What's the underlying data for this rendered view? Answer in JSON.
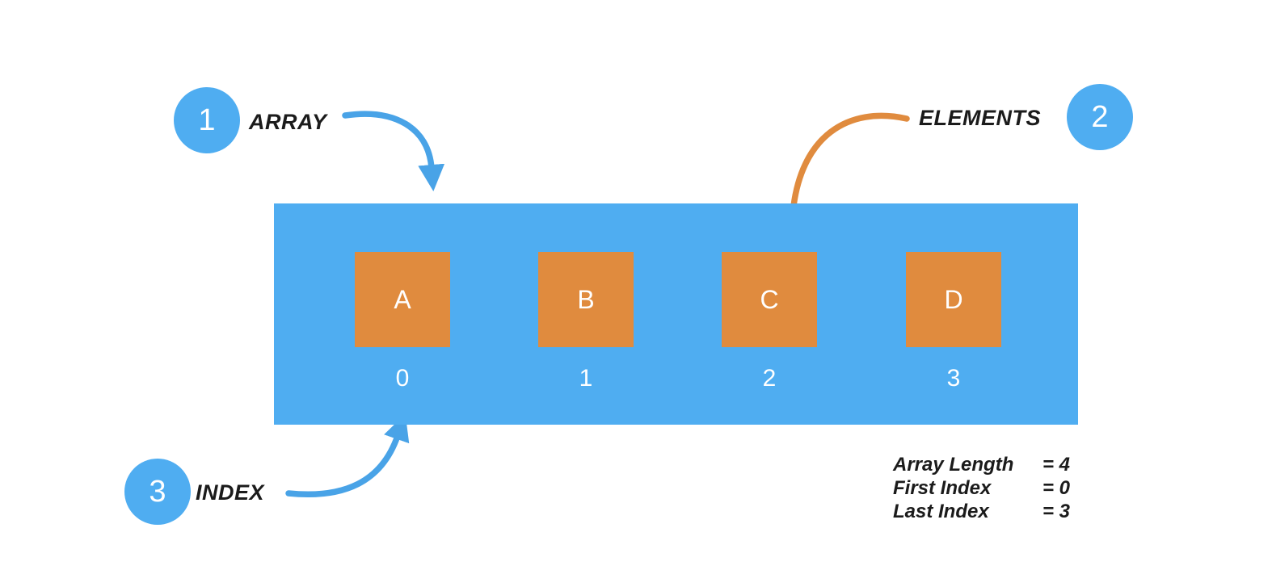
{
  "colors": {
    "bar_blue": "#4FADF1",
    "arrow_blue": "#49A3E7",
    "element_orange": "#E08B3E",
    "arrow_orange": "#E08B3E",
    "text_dark": "#1b1b1b",
    "text_white": "#ffffff"
  },
  "annotations": [
    {
      "number": "1",
      "label": "ARRAY"
    },
    {
      "number": "2",
      "label": "ELEMENTS"
    },
    {
      "number": "3",
      "label": "INDEX"
    }
  ],
  "array": {
    "elements": [
      {
        "value": "A",
        "index": "0"
      },
      {
        "value": "B",
        "index": "1"
      },
      {
        "value": "C",
        "index": "2"
      },
      {
        "value": "D",
        "index": "3"
      }
    ]
  },
  "legend": {
    "rows": [
      {
        "label": "Array Length",
        "value": "= 4"
      },
      {
        "label": "First Index",
        "value": "= 0"
      },
      {
        "label": "Last Index",
        "value": "= 3"
      }
    ]
  }
}
